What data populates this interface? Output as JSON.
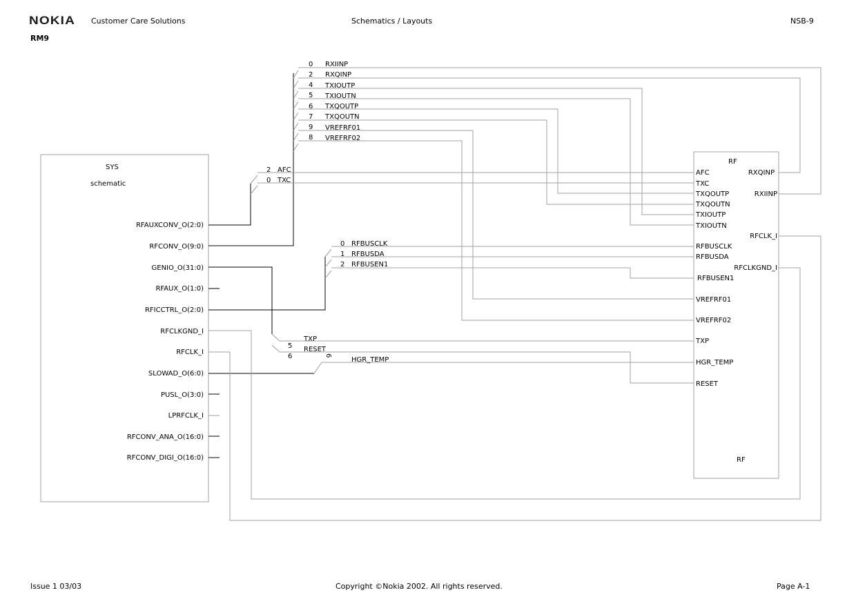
{
  "header": {
    "brand": "NOKIA",
    "left": "Customer Care Solutions",
    "center": "Schematics / Layouts",
    "right": "NSB-9",
    "model": "RM9"
  },
  "footer": {
    "left": "Issue 1 03/03",
    "center": "Copyright ©Nokia 2002. All rights reserved.",
    "right": "Page A-1"
  },
  "sys_block": {
    "title": "SYS",
    "subtitle": "schematic",
    "ports": [
      "RFAUXCONV_O(2:0)",
      "RFCONV_O(9:0)",
      "GENIO_O(31:0)",
      "RFAUX_O(1:0)",
      "RFICCTRL_O(2:0)",
      "RFCLKGND_I",
      "RFCLK_I",
      "SLOWAD_O(6:0)",
      "PUSL_O(3:0)",
      "LPRFCLK_I",
      "RFCONV_ANA_O(16:0)",
      "RFCONV_DIGI_O(16:0)"
    ]
  },
  "rf_block": {
    "title": "RF",
    "footer_label": "RF",
    "left_ports": [
      "AFC",
      "TXC",
      "TXQOUTP",
      "TXQOUTN",
      "TXIOUTP",
      "TXIOUTN",
      "RFBUSCLK",
      "RFBUSDA",
      "RFBUSEN1",
      "VREFRF01",
      "VREFRF02",
      "TXP",
      "HGR_TEMP",
      "RESET"
    ],
    "right_ports": [
      "RXQINP",
      "RXIINP",
      "RFCLK_I",
      "RFCLKGND_I"
    ]
  },
  "rfconv_bus": [
    {
      "bit": "0",
      "net": "RXIINP"
    },
    {
      "bit": "2",
      "net": "RXQINP"
    },
    {
      "bit": "4",
      "net": "TXIOUTP"
    },
    {
      "bit": "5",
      "net": "TXIOUTN"
    },
    {
      "bit": "6",
      "net": "TXQOUTP"
    },
    {
      "bit": "7",
      "net": "TXQOUTN"
    },
    {
      "bit": "9",
      "net": "VREFRF01"
    },
    {
      "bit": "8",
      "net": "VREFRF02"
    }
  ],
  "rfauxconv_bus": [
    {
      "bit": "2",
      "net": "AFC"
    },
    {
      "bit": "0",
      "net": "TXC"
    }
  ],
  "rficctrl_bus": [
    {
      "bit": "0",
      "net": "RFBUSCLK"
    },
    {
      "bit": "1",
      "net": "RFBUSDA"
    },
    {
      "bit": "2",
      "net": "RFBUSEN1"
    }
  ],
  "genio_bus": [
    {
      "bit": "5",
      "net": "TXP"
    },
    {
      "bit": "6",
      "net": "RESET"
    }
  ],
  "slowad_bus": [
    {
      "bit": "6",
      "net": "HGR_TEMP"
    }
  ]
}
